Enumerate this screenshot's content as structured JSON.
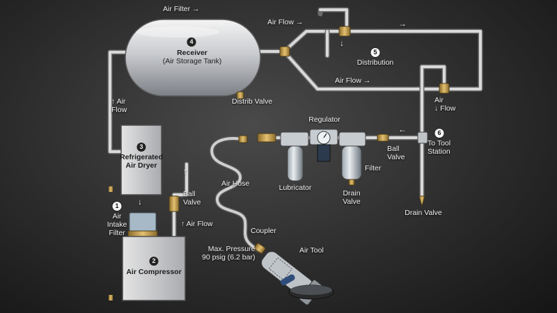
{
  "labels": {
    "air_filter": "Air Filter",
    "receiver": "Receiver",
    "receiver_sub": "(Air Storage Tank)",
    "receiver_num": "4",
    "air_flow_top": "Air Flow",
    "distribution": "Distribution",
    "distribution_num": "5",
    "air_flow_mid": "Air Flow",
    "air_flow_right_1": "Air",
    "air_flow_right_2": "Flow",
    "air_flow_left_1": "Air",
    "air_flow_left_2": "Flow",
    "distr_valve": "Distrib Valve",
    "regulator": "Regulator",
    "to_tool_num": "6",
    "to_tool_1": "To Tool",
    "to_tool_2": "Station",
    "ball_valve_right_1": "Ball",
    "ball_valve_right_2": "Valve",
    "filter": "Filter",
    "lubricator": "Lubricator",
    "drain_valve_mid_1": "Drain",
    "drain_valve_mid_2": "Valve",
    "drain_valve_right": "Drain Valve",
    "dryer_num": "3",
    "dryer_1": "Refrigerated",
    "dryer_2": "Air Dryer",
    "air_hose": "Air Hose",
    "ball_valve_left_1": "Ball",
    "ball_valve_left_2": "Valve",
    "intake_num": "1",
    "intake_1": "Air",
    "intake_2": "Intake",
    "intake_3": "Filter",
    "air_flow_bottom": "Air Flow",
    "compressor_num": "2",
    "compressor": "Air Compressor",
    "coupler": "Coupler",
    "max_pressure_1": "Max. Pressure",
    "max_pressure_2": "90 psig (6.2 bar)",
    "air_tool": "Air Tool"
  },
  "arrows": {
    "right": "→",
    "up": "↑",
    "down": "↓",
    "left": "←"
  }
}
